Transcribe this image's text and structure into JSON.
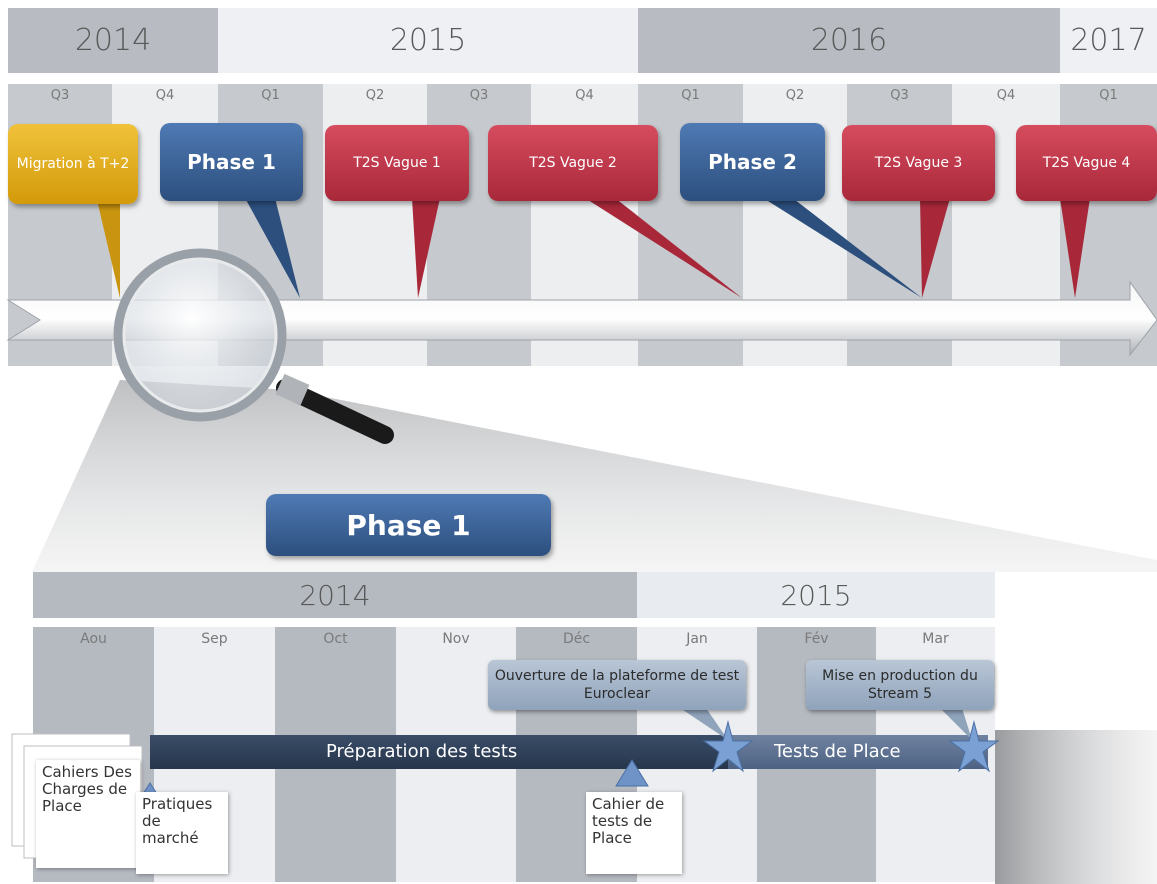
{
  "top": {
    "years": [
      "2014",
      "2015",
      "2016",
      "2017"
    ],
    "quarters": [
      "Q3",
      "Q4",
      "Q1",
      "Q2",
      "Q3",
      "Q4",
      "Q1",
      "Q2",
      "Q3",
      "Q4",
      "Q1"
    ],
    "callouts": [
      {
        "label": "Migration à T+2",
        "style": "gold"
      },
      {
        "label": "Phase 1",
        "style": "blue"
      },
      {
        "label": "T2S Vague 1",
        "style": "red"
      },
      {
        "label": "T2S Vague 2",
        "style": "red"
      },
      {
        "label": "Phase 2",
        "style": "blue"
      },
      {
        "label": "T2S Vague 3",
        "style": "red"
      },
      {
        "label": "T2S Vague 4",
        "style": "red"
      }
    ]
  },
  "detail": {
    "title": "Phase 1",
    "years": [
      "2014",
      "2015"
    ],
    "months": [
      "Aou",
      "Sep",
      "Oct",
      "Nov",
      "Déc",
      "Jan",
      "Fév",
      "Mar"
    ],
    "milestones": [
      {
        "label": "Ouverture de la plateforme de test Euroclear"
      },
      {
        "label": "Mise en production du Stream 5"
      }
    ],
    "bars": [
      {
        "label": "Préparation des tests"
      },
      {
        "label": "Tests de Place"
      }
    ],
    "documents": [
      {
        "label": "Cahiers Des Charges de Place"
      },
      {
        "label": "Pratiques de marché"
      },
      {
        "label": "Cahier de tests de Place"
      }
    ]
  },
  "colors": {
    "gold": "#e3ad1c",
    "blue": "#345a8c",
    "red": "#c03a4c",
    "bar": "#2e3f57"
  }
}
